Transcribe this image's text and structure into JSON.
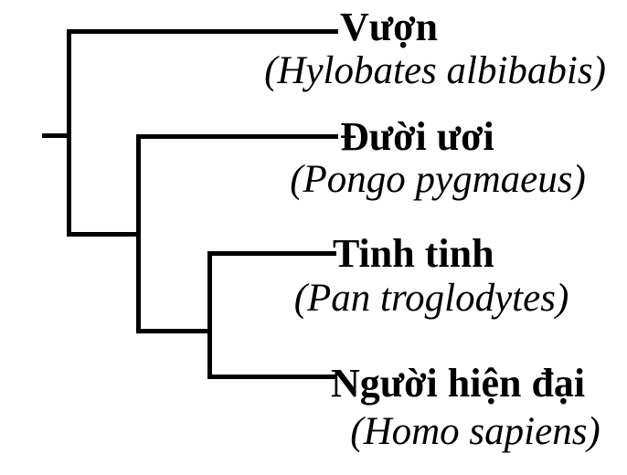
{
  "figure": {
    "type": "cladogram",
    "tree_topology": [
      "Vượn",
      [
        "Đười ươi",
        [
          "Tinh tinh",
          "Người hiện đại"
        ]
      ]
    ],
    "taxa": [
      {
        "common_name": "Vượn",
        "scientific_name": "(Hylobates albibabis)"
      },
      {
        "common_name": "Đười ươi",
        "scientific_name": "(Pongo pygmaeus)"
      },
      {
        "common_name": "Tinh tinh",
        "scientific_name": "(Pan troglodytes)"
      },
      {
        "common_name": "Người hiện đại",
        "scientific_name": "(Homo sapiens)"
      }
    ],
    "colors": {
      "line": "#000000",
      "text": "#000000",
      "background": "#ffffff"
    }
  }
}
